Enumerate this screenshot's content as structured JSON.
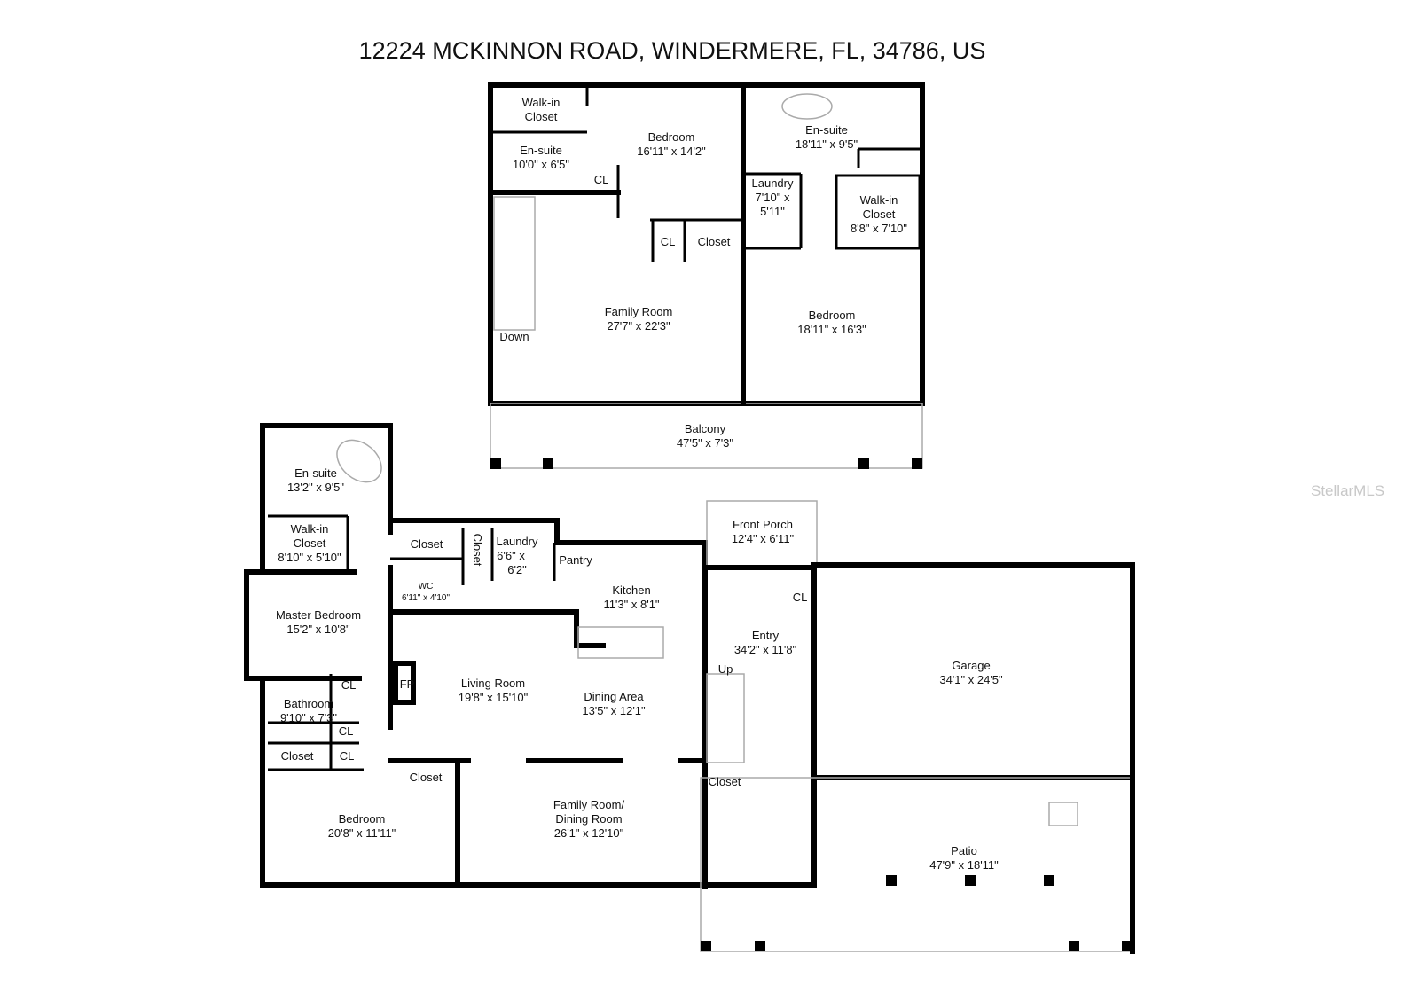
{
  "title": "12224 MCKINNON ROAD, WINDERMERE, FL, 34786, US",
  "watermark": "StellarMLS",
  "upper_floor": {
    "walkin_closet_a": {
      "name1": "Walk-in",
      "name2": "Closet"
    },
    "ensuite_a": {
      "name": "En-suite",
      "dims": "10'0\" x 6'5\""
    },
    "cl_a": "CL",
    "bedroom_a": {
      "name": "Bedroom",
      "dims": "16'11\" x 14'2\""
    },
    "ensuite_b": {
      "name": "En-suite",
      "dims": "18'11\" x 9'5\""
    },
    "laundry": {
      "name": "Laundry",
      "dims1": "7'10\" x",
      "dims2": "5'11\""
    },
    "walkin_closet_b": {
      "name1": "Walk-in",
      "name2": "Closet",
      "dims": "8'8\" x 7'10\""
    },
    "cl_b": "CL",
    "closet_a": "Closet",
    "stairs": "Down",
    "family_room": {
      "name": "Family Room",
      "dims": "27'7\" x 22'3\""
    },
    "bedroom_b": {
      "name": "Bedroom",
      "dims": "18'11\" x 16'3\""
    },
    "balcony": {
      "name": "Balcony",
      "dims": "47'5\" x 7'3\""
    }
  },
  "lower_floor": {
    "ensuite": {
      "name": "En-suite",
      "dims": "13'2\" x 9'5\""
    },
    "walkin_closet": {
      "name1": "Walk-in",
      "name2": "Closet",
      "dims": "8'10\" x 5'10\""
    },
    "closet_1": "Closet",
    "closet_2": "Closet",
    "laundry": {
      "name": "Laundry",
      "dims1": "6'6\" x",
      "dims2": "6'2\""
    },
    "pantry": "Pantry",
    "wc": {
      "name": "WC",
      "dims": "6'11\" x 4'10\""
    },
    "kitchen": {
      "name": "Kitchen",
      "dims": "11'3\" x 8'1\""
    },
    "front_porch": {
      "name": "Front Porch",
      "dims": "12'4\" x 6'11\""
    },
    "cl_entry": "CL",
    "master_bedroom": {
      "name": "Master Bedroom",
      "dims": "15'2\" x 10'8\""
    },
    "entry": {
      "name": "Entry",
      "dims": "34'2\" x 11'8\""
    },
    "garage": {
      "name": "Garage",
      "dims": "34'1\" x 24'5\""
    },
    "stairs": "Up",
    "fireplace": "FP",
    "cl_bath_1": "CL",
    "living_room": {
      "name": "Living Room",
      "dims": "19'8\" x 15'10\""
    },
    "dining_area": {
      "name": "Dining Area",
      "dims": "13'5\" x 12'1\""
    },
    "bathroom": {
      "name": "Bathroom",
      "dims": "9'10\" x 7'3\""
    },
    "cl_bath_2": "CL",
    "closet_3": "Closet",
    "cl_bath_3": "CL",
    "closet_4": "Closet",
    "closet_5": "Closet",
    "family_dining": {
      "name1": "Family Room/",
      "name2": "Dining Room",
      "dims": "26'1\" x 12'10\""
    },
    "bedroom": {
      "name": "Bedroom",
      "dims": "20'8\" x 11'11\""
    },
    "patio": {
      "name": "Patio",
      "dims": "47'9\" x 18'11\""
    }
  }
}
